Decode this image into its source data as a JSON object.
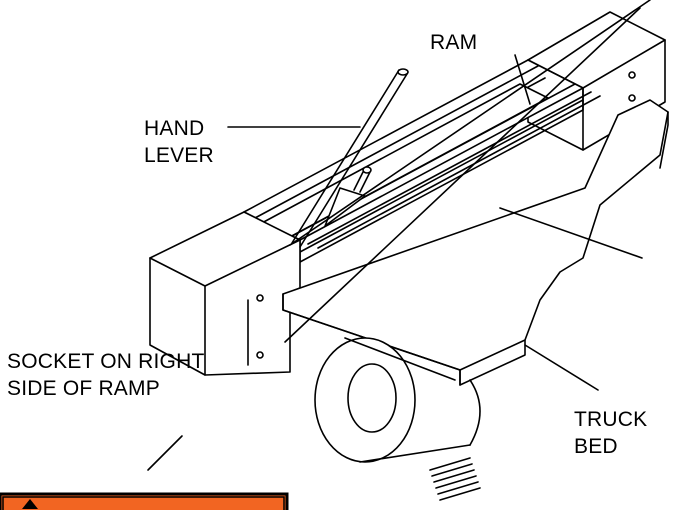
{
  "labels": {
    "ram": "RAM",
    "hand_lever_line1": "HAND",
    "hand_lever_line2": "LEVER",
    "socket_line1": "SOCKET ON RIGHT",
    "socket_line2": "SIDE OF RAMP",
    "truck_bed_line1": "TRUCK",
    "truck_bed_line2": "BED"
  },
  "colors": {
    "ink": "#000000",
    "background": "#ffffff",
    "warning_fill": "#f26522"
  },
  "icons": [
    "warning-label-icon"
  ]
}
